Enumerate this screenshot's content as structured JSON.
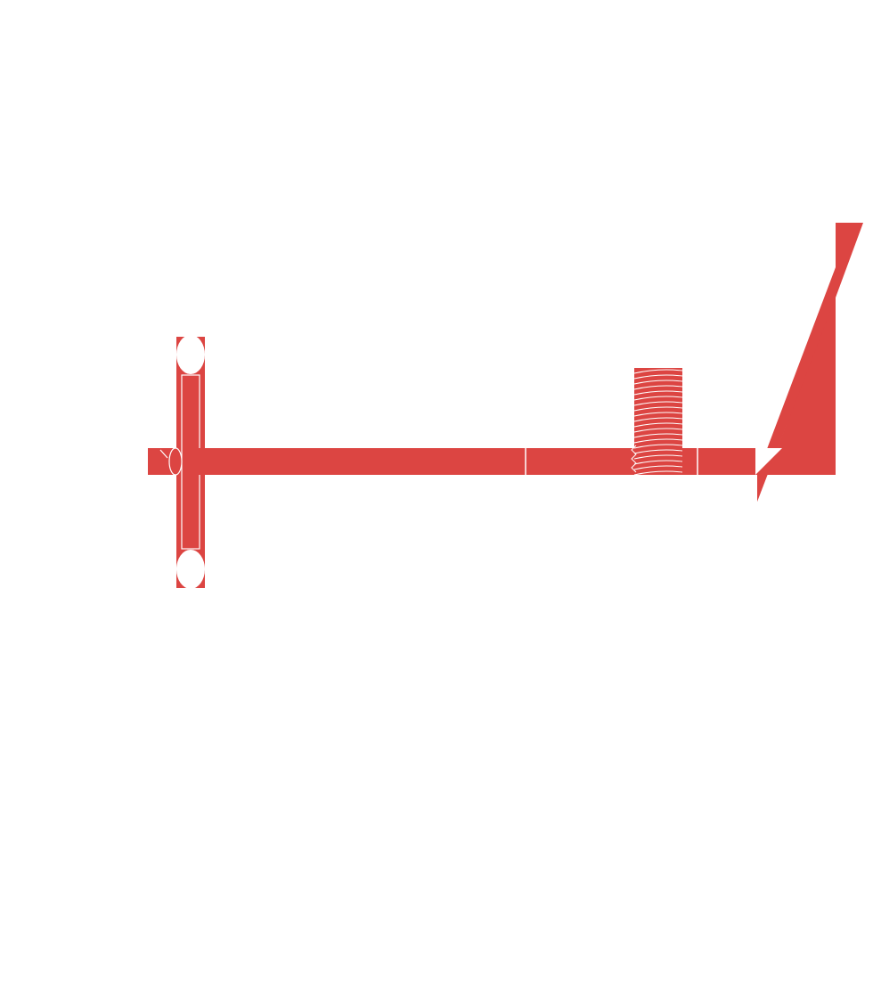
{
  "colors": {
    "background": "#ffffff",
    "part_fill": "#dc4542",
    "outline": "#ffffff"
  },
  "parts": [
    {
      "name": "bar",
      "shape": "flat-bar"
    },
    {
      "name": "crossbar",
      "shape": "vertical-strip-with-holes"
    },
    {
      "name": "threaded-stud",
      "shape": "threaded-cylinder"
    },
    {
      "name": "end-wedge",
      "shape": "triangular-bracket"
    }
  ]
}
